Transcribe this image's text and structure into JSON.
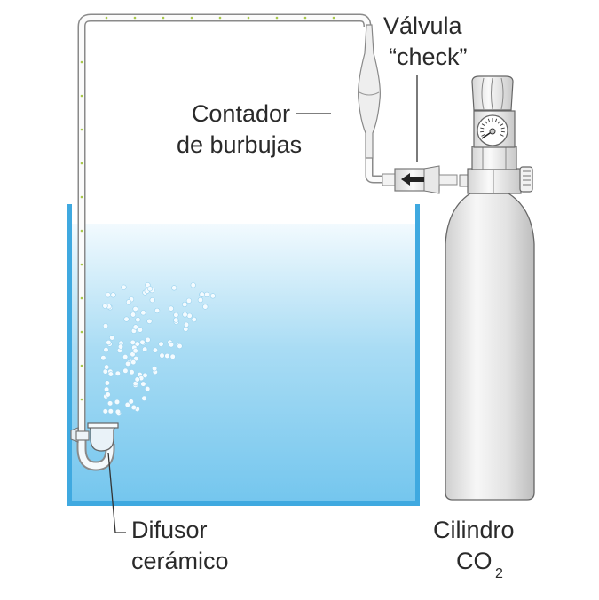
{
  "labels": {
    "check_valve_line1": "Válvula",
    "check_valve_line2": "“check”",
    "bubble_counter_line1": "Contador",
    "bubble_counter_line2": "de burbujas",
    "diffuser_line1": "Difusor",
    "diffuser_line2": "cerámico",
    "cylinder_line1": "Cilindro",
    "cylinder_co": "CO",
    "cylinder_sub": "2"
  },
  "colors": {
    "tank_wall": "#3fa9e0",
    "water_top": "#eef8fd",
    "water_bottom": "#78c8ee",
    "cylinder": "#d8d8d8",
    "outline": "#6b6b6b"
  }
}
